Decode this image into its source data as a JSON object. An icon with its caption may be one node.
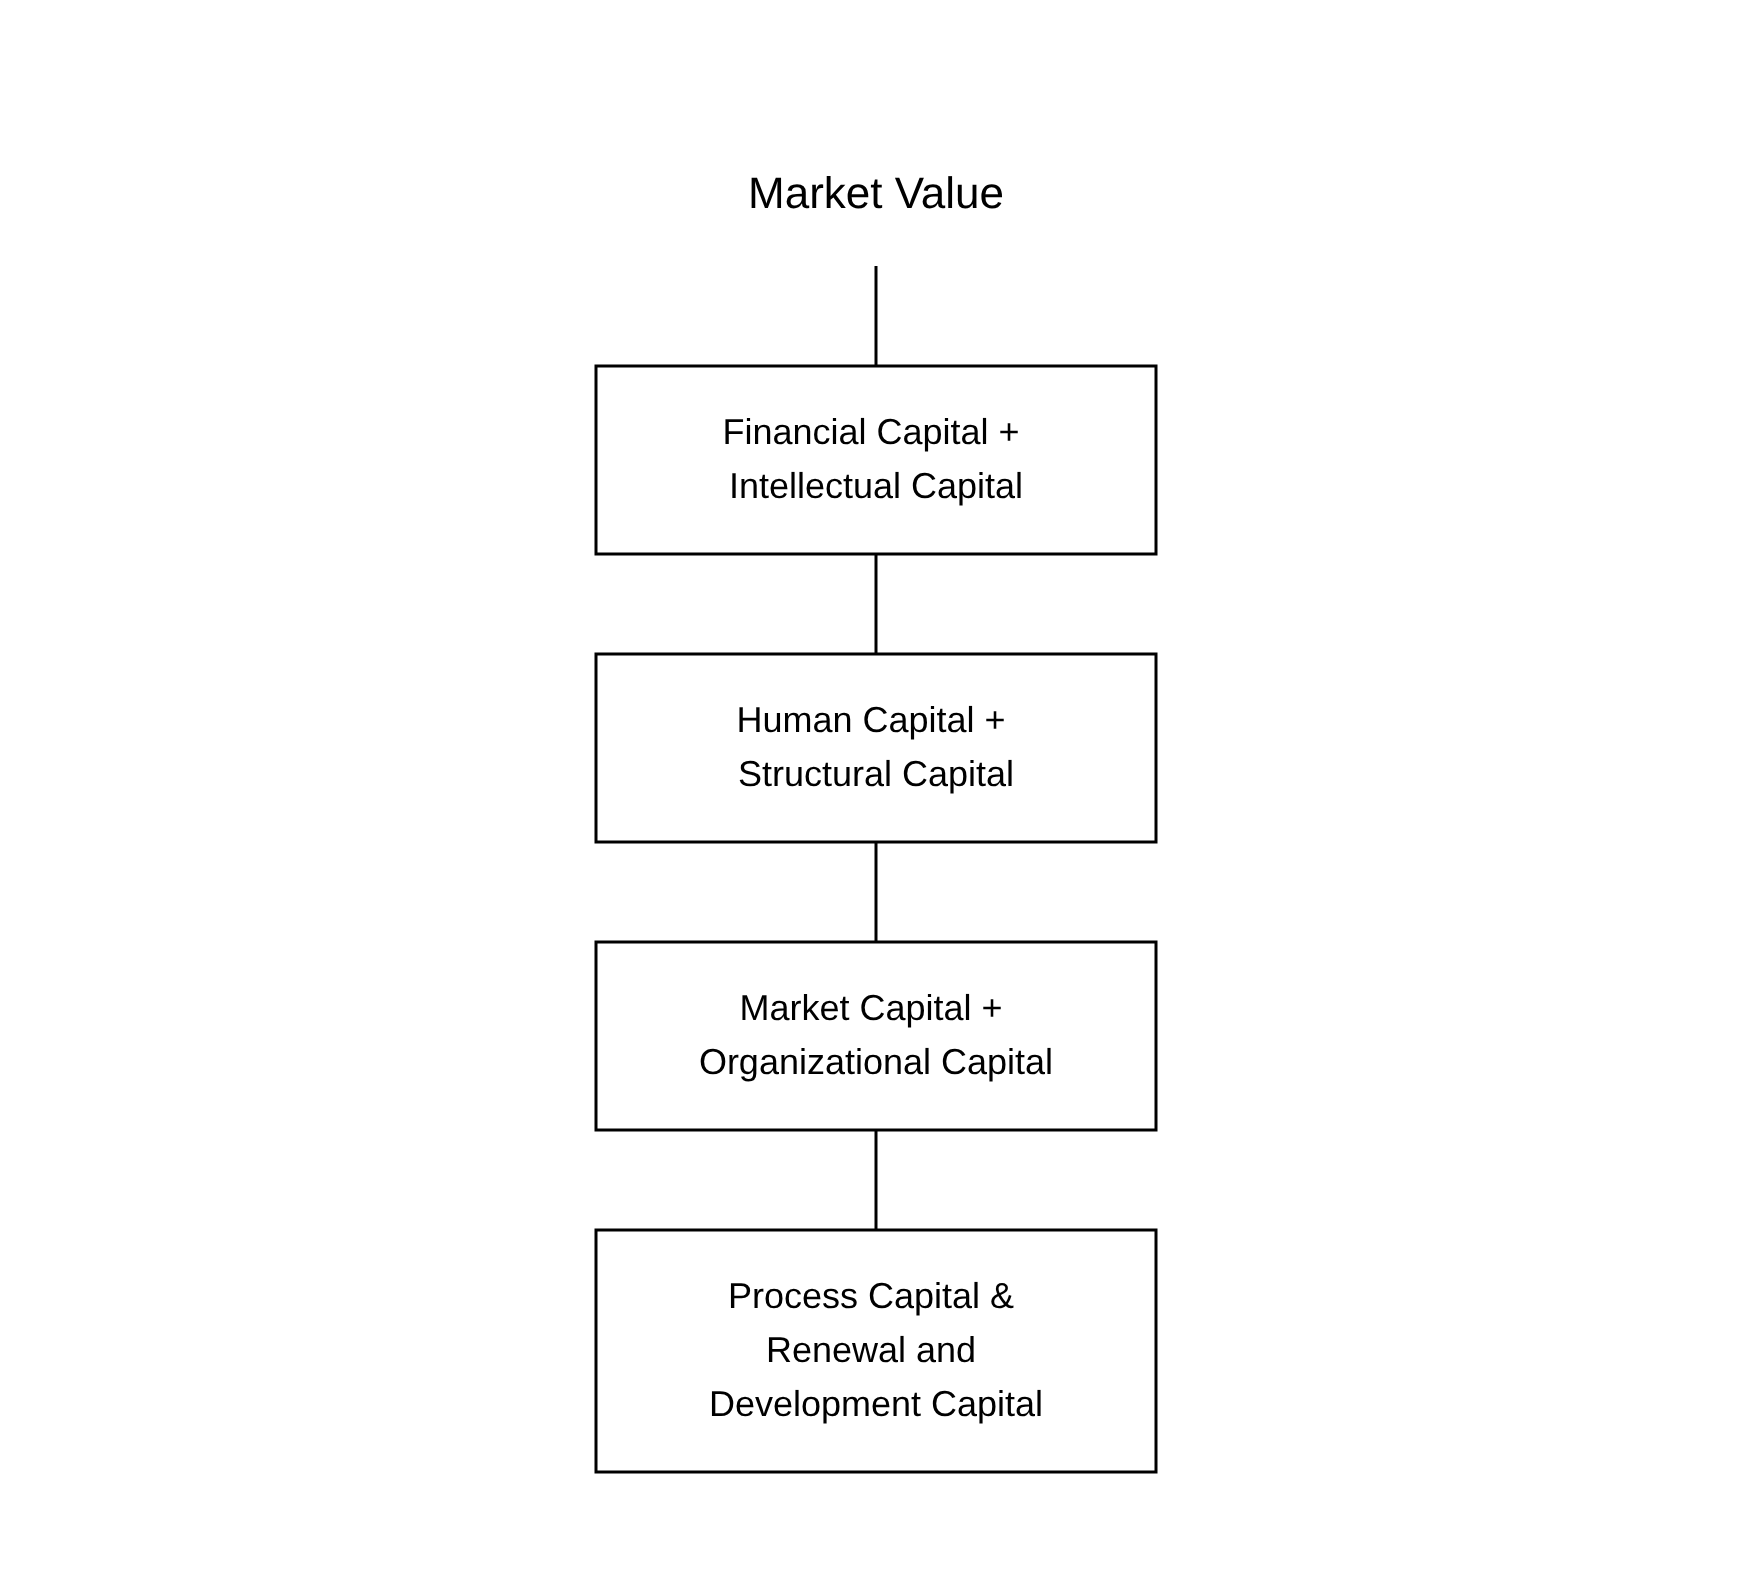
{
  "diagram": {
    "nodes": [
      {
        "text": [
          "Market Value"
        ]
      },
      {
        "text": [
          "Financial Capital + Intellectual Capital"
        ]
      },
      {
        "text": [
          "Human Capital + Structural Capital"
        ]
      },
      {
        "text": [
          "Market Capital + Organizational Capital"
        ]
      },
      {
        "text": [
          "Process Capital & Renewal and Development Capital"
        ]
      }
    ],
    "edges": [
      {
        "from": 0,
        "to": 1,
        "arrow": "none"
      },
      {
        "from": 1,
        "to": 2,
        "arrow": "none"
      },
      {
        "from": 2,
        "to": 3,
        "arrow": "none"
      },
      {
        "from": 3,
        "to": 4,
        "arrow": "none"
      }
    ]
  }
}
